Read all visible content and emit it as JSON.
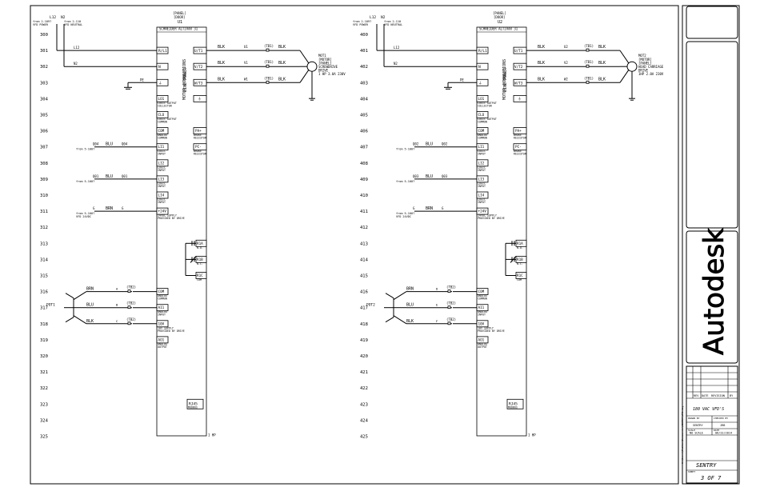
{
  "diagrams": [
    {
      "vfd": "U1",
      "vfd_header_top": "[PANEL]",
      "vfd_header_mid": "[DOOR]",
      "vfd_model": "SCHNEIDER ALTIVAR 31",
      "rungs": [
        "300",
        "301",
        "302",
        "303",
        "304",
        "305",
        "306",
        "307",
        "308",
        "309",
        "310",
        "311",
        "312",
        "313",
        "314",
        "315",
        "316",
        "317",
        "318",
        "319",
        "320",
        "321",
        "322",
        "323",
        "324",
        "325"
      ],
      "supply": {
        "l12": "L12",
        "n2": "N2",
        "from_l12": "from 2-109?",
        "from_l12_b": "VFD POWER",
        "from_n2": "from 2-110",
        "from_n2_b": "VFD NEUTRAL",
        "l12_short": "L12",
        "n2_short": "N2",
        "pe": "PE"
      },
      "motor_terms": [
        {
          "term": "U/T1",
          "wire": "BLK",
          "label": "U1",
          "tb": "(TB1)",
          "wire2": "BLK"
        },
        {
          "term": "V/T2",
          "wire": "BLK",
          "label": "V1",
          "tb": "(TB1)",
          "wire2": "BLK"
        },
        {
          "term": "W/T3",
          "wire": "BLK",
          "label": "W1",
          "tb": "(TB1)",
          "wire2": "BLK"
        }
      ],
      "motor": {
        "tag": "MOT1",
        "lines": [
          "[MOTOR]",
          "[PANEL]",
          "SCREWDRIVE",
          "DRIVE",
          "1 HP 3.0A 230V"
        ]
      },
      "line_terms": [
        "R/L1",
        "N",
        "⏚"
      ],
      "vertical_label_line": "LINE POWER",
      "vertical_label_motor": "MOTOR CONNECTIONS",
      "io": [
        {
          "term": "LO1",
          "desc": "LOGIC OUTPUT",
          "desc2": "COLLECTOR"
        },
        {
          "term": "CLO",
          "desc": "LOGIC OUTPUT",
          "desc2": "COMMON"
        },
        {
          "term": "COM",
          "desc": "ANALOG",
          "desc2": "COMMON"
        },
        {
          "term": "LI1",
          "desc": "LOGIC",
          "desc2": "INPUT"
        },
        {
          "term": "LI2",
          "desc": "LOGIC",
          "desc2": "INPUT"
        },
        {
          "term": "LI3",
          "desc": "LOGIC",
          "desc2": "INPUT"
        },
        {
          "term": "LI4",
          "desc": "LOGIC",
          "desc2": "INPUT"
        },
        {
          "term": "+24V",
          "desc": "24VDC SUPPLY",
          "desc2": "PROVIDED BY DRIVE"
        }
      ],
      "right_io": [
        {
          "term": "PA+",
          "desc": "BRAKE",
          "desc2": "RESISTOR"
        },
        {
          "term": "PC-",
          "desc": "BRAKE",
          "desc2": "RESISTOR"
        }
      ],
      "relay_terms": [
        {
          "term": "R1A",
          "desc": "N.O."
        },
        {
          "term": "R1B",
          "desc": "N.C."
        },
        {
          "term": "R1C",
          "desc": "COM"
        }
      ],
      "wires": [
        {
          "num": "Q04",
          "color": "BLU",
          "num2": "Q04",
          "from": "from 5-100?"
        },
        {
          "num": "Q01",
          "color": "BLU",
          "num2": "Q01",
          "from": "from 5-100?"
        },
        {
          "num": "G",
          "color": "BRN",
          "num2": "G",
          "from": "from 5-100?",
          "from2": "VFD 24VDC"
        }
      ],
      "pot": {
        "tag": "POT1",
        "wires": [
          {
            "color": "BRN",
            "letter": "A",
            "tb": "(TB2)"
          },
          {
            "color": "BLU",
            "letter": "B",
            "tb": "(TB2)"
          },
          {
            "color": "BLK",
            "letter": "C",
            "tb": "(TB2)"
          }
        ]
      },
      "ana_terms": [
        {
          "term": "COM",
          "desc": "ANALOG",
          "desc2": "COMMON"
        },
        {
          "term": "AI1",
          "desc": "ANALOG",
          "desc2": "INPUT"
        },
        {
          "term": "10V",
          "desc": "10V SUPPLY",
          "desc2": "PROVIDED BY DRIVE"
        },
        {
          "term": "AO1",
          "desc": "ANALOG",
          "desc2": "OUTPUT"
        }
      ],
      "rj45": "RJ45",
      "rj45_sub": "MODBUS",
      "hp": "1 HP"
    },
    {
      "vfd": "U2",
      "vfd_header_top": "[PANEL]",
      "vfd_header_mid": "[DOOR]",
      "vfd_model": "SCHNEIDER ALTIVAR 31",
      "rungs": [
        "400",
        "401",
        "402",
        "403",
        "404",
        "405",
        "406",
        "407",
        "408",
        "409",
        "410",
        "411",
        "412",
        "413",
        "414",
        "415",
        "416",
        "417",
        "418",
        "419",
        "420",
        "421",
        "422",
        "423",
        "424",
        "425"
      ],
      "supply": {
        "l12": "L12",
        "n2": "N2",
        "from_l12": "from 2-109?",
        "from_l12_b": "VFD POWER",
        "from_n2": "from 2-110",
        "from_n2_b": "VFD NEUTRAL",
        "l12_short": "L12",
        "n2_short": "N2",
        "pe": "PE"
      },
      "motor_terms": [
        {
          "term": "U/T1",
          "wire": "BLK",
          "label": "U2",
          "tb": "(TB1)",
          "wire2": "BLK"
        },
        {
          "term": "V/T2",
          "wire": "BLK",
          "label": "V2",
          "tb": "(TB1)",
          "wire2": "BLK"
        },
        {
          "term": "W/T3",
          "wire": "BLK",
          "label": "W2",
          "tb": "(TB1)",
          "wire2": "BLK"
        }
      ],
      "motor": {
        "tag": "MOT2",
        "lines": [
          "[MOTOR]",
          "[PANEL]",
          "HEAD CARRIAGE",
          "DRIVE",
          "1HP 2.0A 230V"
        ]
      },
      "line_terms": [
        "R/L1",
        "N",
        "⏚"
      ],
      "vertical_label_line": "LINE POWER",
      "vertical_label_motor": "MOTOR CONNECTIONS",
      "io": [
        {
          "term": "LO1",
          "desc": "LOGIC OUTPUT",
          "desc2": "COLLECTOR"
        },
        {
          "term": "CLO",
          "desc": "LOGIC OUTPUT",
          "desc2": "COMMON"
        },
        {
          "term": "COM",
          "desc": "ANALOG",
          "desc2": "COMMON"
        },
        {
          "term": "LI1",
          "desc": "LOGIC",
          "desc2": "INPUT"
        },
        {
          "term": "LI2",
          "desc": "LOGIC",
          "desc2": "INPUT"
        },
        {
          "term": "LI3",
          "desc": "LOGIC",
          "desc2": "INPUT"
        },
        {
          "term": "LI4",
          "desc": "LOGIC",
          "desc2": "INPUT"
        },
        {
          "term": "+24V",
          "desc": "24VDC SUPPLY",
          "desc2": "PROVIDED BY DRIVE"
        }
      ],
      "right_io": [
        {
          "term": "PA+",
          "desc": "BRAKE",
          "desc2": "RESISTOR"
        },
        {
          "term": "PC-",
          "desc": "BRAKE",
          "desc2": "RESISTOR"
        }
      ],
      "relay_terms": [
        {
          "term": "R1A",
          "desc": "N.O."
        },
        {
          "term": "R1B",
          "desc": "N.C."
        },
        {
          "term": "R1C",
          "desc": "COM"
        }
      ],
      "wires": [
        {
          "num": "Q02",
          "color": "BLU",
          "num2": "Q02",
          "from": "from 5-100?"
        },
        {
          "num": "Q03",
          "color": "BLU",
          "num2": "Q03",
          "from": "from 5-100?"
        },
        {
          "num": "G",
          "color": "BRN",
          "num2": "G",
          "from": "from 5-100?",
          "from2": "VFD 24VDC"
        }
      ],
      "pot": {
        "tag": "POT2",
        "wires": [
          {
            "color": "BRN",
            "letter": "D",
            "tb": "(TB2)"
          },
          {
            "color": "BLU",
            "letter": "E",
            "tb": "(TB2)"
          },
          {
            "color": "BLK",
            "letter": "F",
            "tb": "(TB2)"
          }
        ]
      },
      "ana_terms": [
        {
          "term": "COM",
          "desc": "ANALOG",
          "desc2": "COMMON"
        },
        {
          "term": "AI1",
          "desc": "ANALOG",
          "desc2": "INPUT"
        },
        {
          "term": "10V",
          "desc": "10V SUPPLY",
          "desc2": "PROVIDED BY DRIVE"
        },
        {
          "term": "AO1",
          "desc": "ANALOG",
          "desc2": "OUTPUT"
        }
      ],
      "rj45": "RJ45",
      "rj45_sub": "MODBUS",
      "hp": "1 HP"
    }
  ],
  "title_block": {
    "logo": "Autodesk",
    "rev_headers": [
      "REV",
      "DATE",
      "REVISION",
      "BY"
    ],
    "file_path": "C:\\Users\\Public\\Documents\\SENTRY\\VFD.dwg",
    "drawing_title": "180 VAC VFD'S",
    "drawn_by_label": "DRAWN BY",
    "checked_label": "CHECKED BY",
    "drawn_by": "SENTRY",
    "checked": "JRB",
    "scale_label": "SCALE",
    "scale": "NO SCALE",
    "date_label": "DATE",
    "date": "06/22/2014",
    "customer": "SENTRY",
    "sheet_label": "SHEET",
    "sheet": "3 OF 7"
  }
}
